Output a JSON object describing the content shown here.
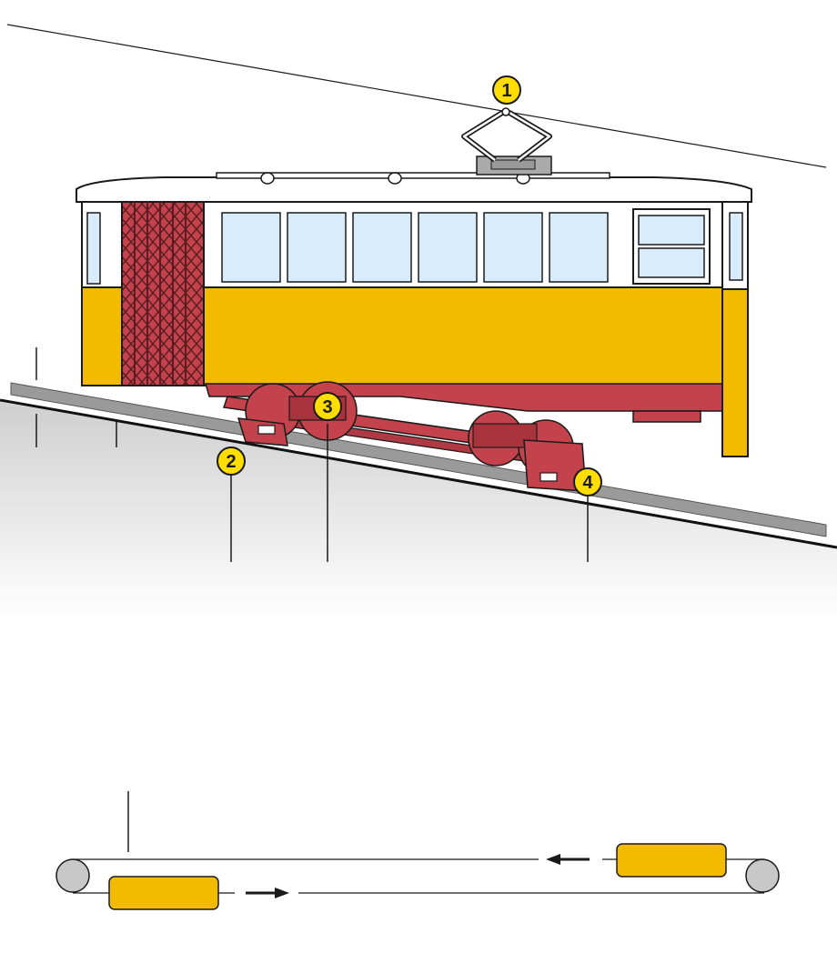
{
  "colors": {
    "tram_yellow": "#f2bb00",
    "tram_white": "#ffffff",
    "tram_red": "#c4424b",
    "window_blue": "#d8ecfb",
    "outline": "#1a1a1a",
    "rail_gray": "#8a8a8a",
    "ground_shade": "#d9d9d9",
    "callout_fill": "#ffdd00",
    "pulley_gray": "#c8c8c8"
  },
  "callouts": [
    {
      "label": "1",
      "icon": "pantograph"
    },
    {
      "label": "2",
      "icon": "rail-grip-shoe-front"
    },
    {
      "label": "3",
      "icon": "bogie-wheelset"
    },
    {
      "label": "4",
      "icon": "rail-grip-shoe-rear"
    }
  ],
  "cable_loop": {
    "upper_arrow": "left-arrow",
    "lower_arrow": "right-arrow"
  }
}
